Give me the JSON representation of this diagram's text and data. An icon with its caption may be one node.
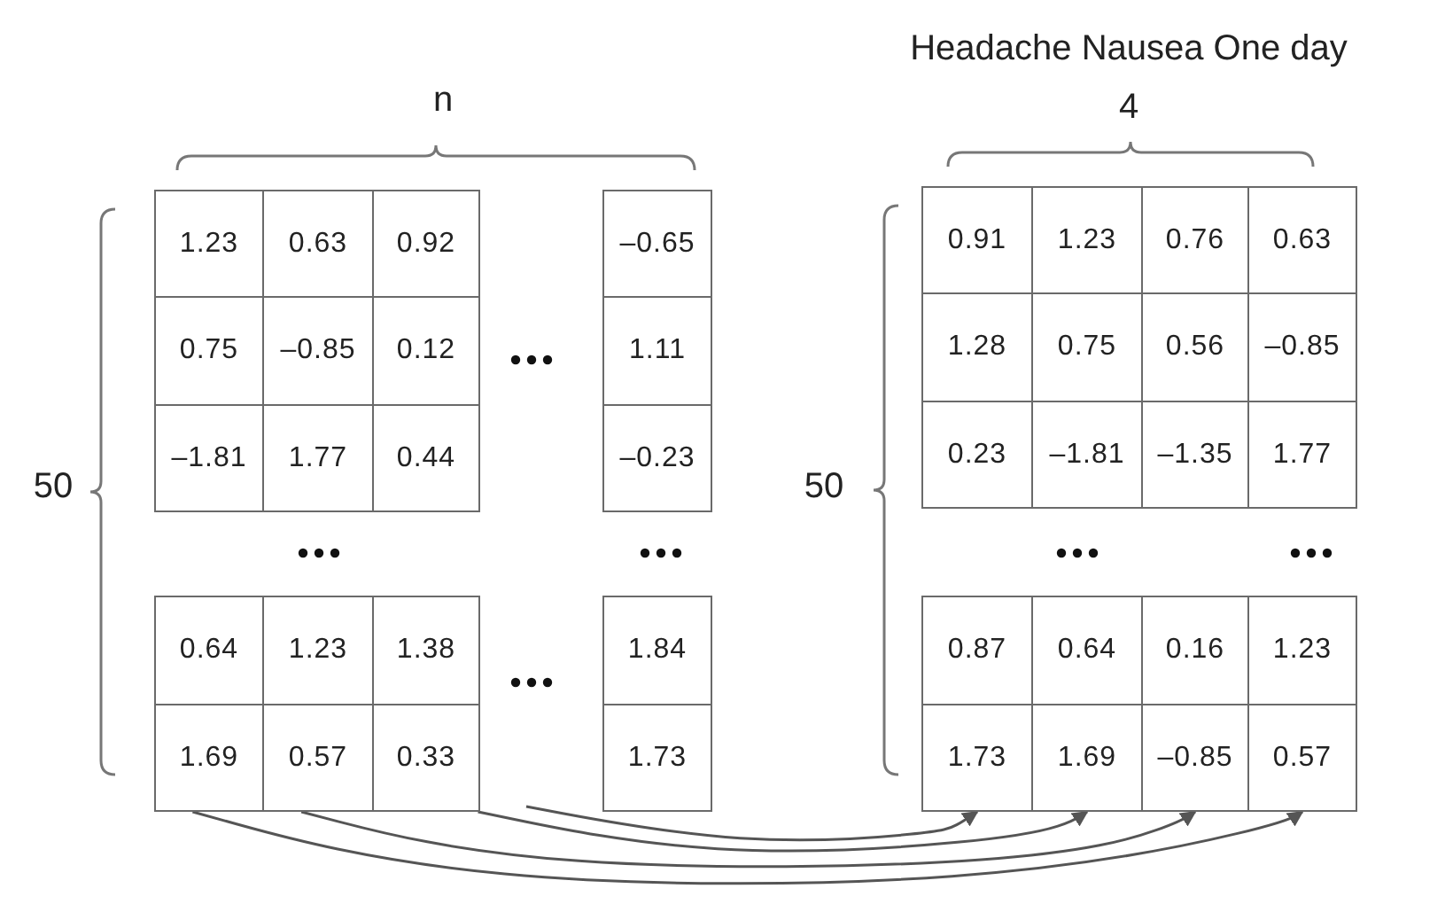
{
  "diagram": {
    "nodes": [
      {
        "text": [
          "1.23"
        ]
      },
      {
        "text": [
          "0.63"
        ]
      },
      {
        "text": [
          "0.92"
        ]
      },
      {
        "text": [
          "–0.65"
        ]
      },
      {
        "text": [
          "0.75"
        ]
      },
      {
        "text": [
          "–0.85"
        ]
      },
      {
        "text": [
          "0.12"
        ]
      },
      {
        "text": [
          "1.11"
        ]
      },
      {
        "text": [
          "–1.81"
        ]
      },
      {
        "text": [
          "1.77"
        ]
      },
      {
        "text": [
          "0.44"
        ]
      },
      {
        "text": [
          "–0.23"
        ]
      },
      {
        "text": [
          "0.64"
        ]
      },
      {
        "text": [
          "1.23"
        ]
      },
      {
        "text": [
          "1.38"
        ]
      },
      {
        "text": [
          "1.84"
        ]
      },
      {
        "text": [
          "1.69"
        ]
      },
      {
        "text": [
          "0.57"
        ]
      },
      {
        "text": [
          "0.33"
        ]
      },
      {
        "text": [
          "1.73"
        ]
      },
      {
        "text": [
          "0.91"
        ]
      },
      {
        "text": [
          "1.23"
        ]
      },
      {
        "text": [
          "0.76"
        ]
      },
      {
        "text": [
          "0.63"
        ]
      },
      {
        "text": [
          "1.28"
        ]
      },
      {
        "text": [
          "0.75"
        ]
      },
      {
        "text": [
          "0.56"
        ]
      },
      {
        "text": [
          "–0.85"
        ]
      },
      {
        "text": [
          "0.23"
        ]
      },
      {
        "text": [
          "–1.81"
        ]
      },
      {
        "text": [
          "–1.35"
        ]
      },
      {
        "text": [
          "1.77"
        ]
      },
      {
        "text": [
          "0.87"
        ]
      },
      {
        "text": [
          "0.64"
        ]
      },
      {
        "text": [
          "0.16"
        ]
      },
      {
        "text": [
          "1.23"
        ]
      },
      {
        "text": [
          "1.73"
        ]
      },
      {
        "text": [
          "1.69"
        ]
      },
      {
        "text": [
          "–0.85"
        ]
      },
      {
        "text": [
          "0.57"
        ]
      }
    ],
    "edges": [
      {
        "from": 16,
        "to": 39,
        "arrow": "to"
      },
      {
        "from": 17,
        "to": 38,
        "arrow": "to"
      },
      {
        "from": 18,
        "to": 37,
        "arrow": "to"
      },
      {
        "from": null,
        "to": 36,
        "arrow": "to"
      }
    ],
    "labels": [
      "Headache Nausea One day",
      "n",
      "4",
      "50",
      "50"
    ]
  }
}
